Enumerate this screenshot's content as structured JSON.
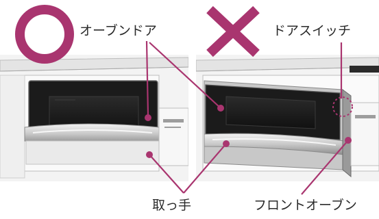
{
  "labels": {
    "oven_door": "オーブンドア",
    "door_switch": "ドアスイッチ",
    "handle": "取っ手",
    "front_oven": "フロントオーブン"
  },
  "marks": {
    "correct": "correct-circle-mark",
    "incorrect": "incorrect-x-mark"
  },
  "colors": {
    "accent": "#a9356f",
    "oven_body": "#1c1c1c",
    "counter": "#f4f4f4"
  }
}
